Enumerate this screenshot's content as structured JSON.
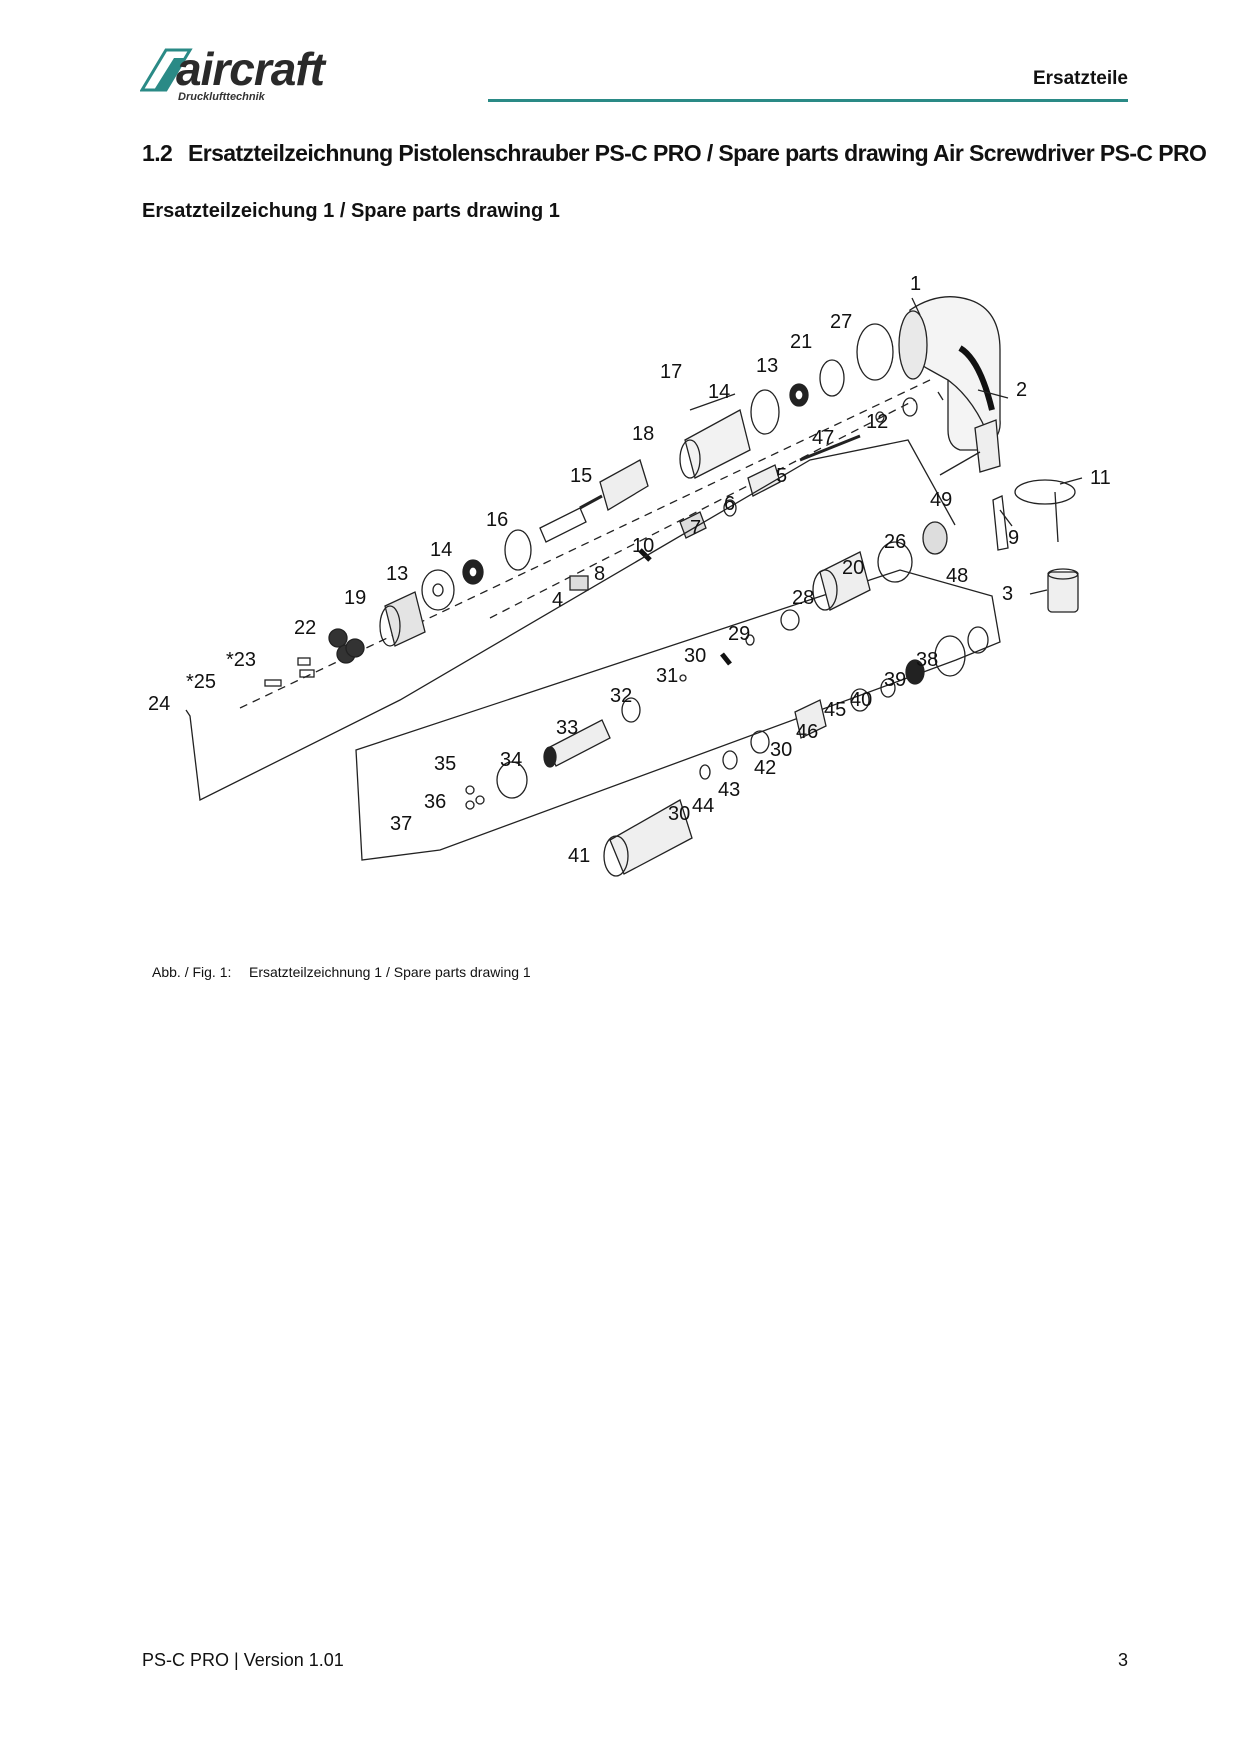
{
  "header": {
    "brand": "aircraft",
    "brand_subtitle": "Drucklufttechnik",
    "section": "Ersatzteile",
    "accent_color": "#2a8a86"
  },
  "title": {
    "number": "1.2",
    "text": "Ersatzteilzeichnung Pistolenschrauber PS-C PRO / Spare parts drawing Air Screwdriver PS-C PRO"
  },
  "subtitle": "Ersatzteilzeichung 1 / Spare parts drawing 1",
  "drawing": {
    "callouts": [
      "1",
      "2",
      "3",
      "4",
      "5",
      "6",
      "7",
      "8",
      "9",
      "10",
      "11",
      "12",
      "13",
      "14",
      "15",
      "16",
      "17",
      "18",
      "19",
      "20",
      "21",
      "22",
      "*23",
      "24",
      "*25",
      "26",
      "27",
      "28",
      "29",
      "30",
      "31",
      "32",
      "33",
      "34",
      "35",
      "36",
      "37",
      "38",
      "39",
      "40",
      "41",
      "42",
      "43",
      "44",
      "45",
      "46",
      "47",
      "48",
      "49",
      "13",
      "14",
      "30",
      "30"
    ]
  },
  "caption": {
    "label": "Abb. / Fig. 1:",
    "text": "Ersatzteilzeichnung 1 / Spare parts drawing 1"
  },
  "footer": {
    "left": "PS-C PRO | Version 1.01",
    "page": "3"
  }
}
